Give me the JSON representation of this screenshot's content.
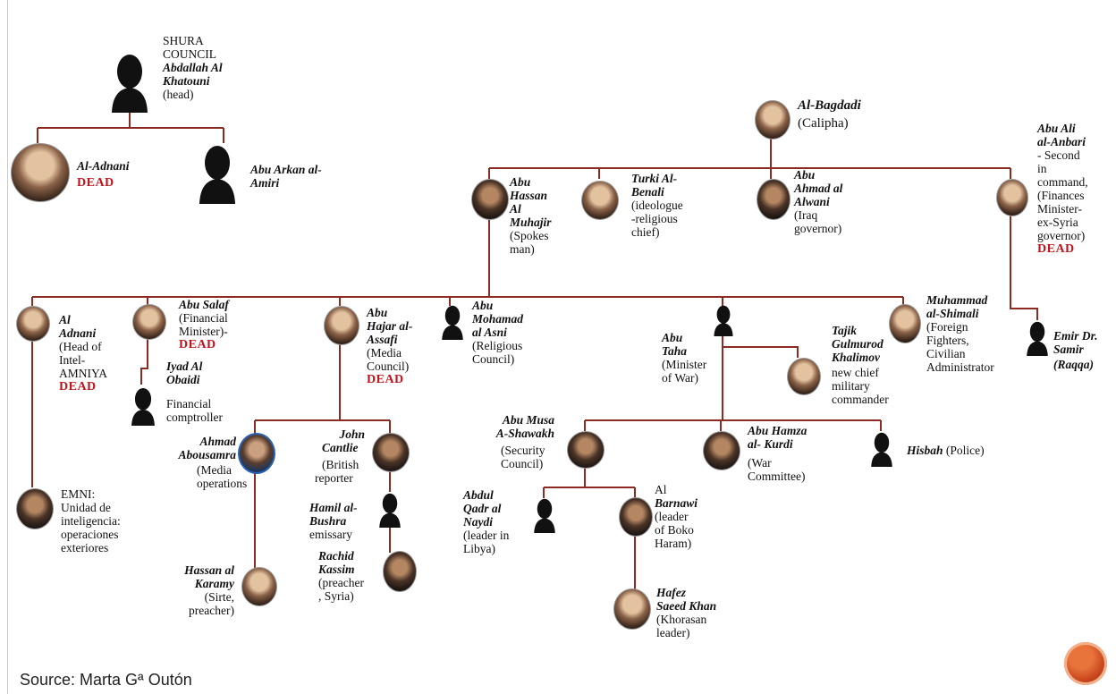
{
  "source": "Source: Marta Gª Outón",
  "dead_label": "DEAD",
  "colors": {
    "connector": "#8b2b22",
    "dead": "#c0141c"
  },
  "shura": {
    "title1": "SHURA",
    "title2": "COUNCIL",
    "name1": "Abdallah Al",
    "name2": "Khatouni",
    "role": "(head)"
  },
  "adnani_top": {
    "name": "Al-Adnani"
  },
  "abu_arkan": {
    "name1": "Abu Arkan al-",
    "name2": "Amiri"
  },
  "bagdadi": {
    "name": "Al-Bagdadi",
    "role": "(Calipha)"
  },
  "anbari": {
    "name1": "Abu Ali",
    "name2": "al-Anbari",
    "r1": "- Second",
    "r2": "in",
    "r3": "command,",
    "r4": "(Finances",
    "r5": "Minister-",
    "r6": "ex-Syria",
    "r7": "governor)"
  },
  "muhajir": {
    "n1": "Abu",
    "n2": "Hassan",
    "n3": "Al",
    "n4": "Muhajir",
    "r1": "(Spokes",
    "r2": "man)"
  },
  "benali": {
    "n1": "Turki Al-",
    "n2": "Benali",
    "r1": "(ideologue",
    "r2": "-religious",
    "r3": "chief)"
  },
  "alwani": {
    "n1": "Abu",
    "n2": "Ahmad al",
    "n3": "Alwani",
    "r1": "(Iraq",
    "r2": "governor)"
  },
  "samir": {
    "n1": "Emir Dr.",
    "n2": "Samir",
    "n3": "(Raqqa)"
  },
  "adnani_intel": {
    "n1": "Al",
    "n2": "Adnani",
    "r1": "(Head of",
    "r2": "Intel-",
    "r3": "AMNIYA"
  },
  "emni": {
    "t1": "EMNI:",
    "t2": "Unidad de",
    "t3": "inteligencia:",
    "t4": "operaciones",
    "t5": "exteriores"
  },
  "salaf": {
    "n1": "Abu Salaf",
    "r1": "(Financial",
    "r2": "Minister)-"
  },
  "obaidi": {
    "n1": "Iyad Al",
    "n2": "Obaidi",
    "r1": "Financial",
    "r2": "comptroller"
  },
  "assafi": {
    "n1": "Abu",
    "n2": "Hajar al-",
    "n3": "Assafi",
    "r1": "(Media",
    "r2": "Council)"
  },
  "abousamra": {
    "n1": "Ahmad",
    "n2": "Abousamra",
    "r1": "(Media",
    "r2": "operations"
  },
  "karamy": {
    "n1": "Hassan al",
    "n2": "Karamy",
    "r1": "(Sirte,",
    "r2": "preacher)"
  },
  "cantlie": {
    "n1": "John",
    "n2": "Cantlie",
    "r1": "(British",
    "r2": "reporter"
  },
  "bushra": {
    "n1": "Hamil al-",
    "n2": "Bushra",
    "r1": "emissary"
  },
  "kassim": {
    "n1": "Rachid",
    "n2": "Kassim",
    "r1": "(preacher",
    "r2": ", Syria)"
  },
  "asni": {
    "n1": "Abu",
    "n2": "Mohamad",
    "n3": "al Asni",
    "r1": "(Religious",
    "r2": "Council)"
  },
  "taha": {
    "n1": "Abu",
    "n2": "Taha",
    "r1": "(Minister",
    "r2": "of War)"
  },
  "khalimov": {
    "n1": "Tajik",
    "n2": "Gulmurod",
    "n3": "Khalimov",
    "r1": "new chief",
    "r2": "military",
    "r3": "commander"
  },
  "shimali": {
    "n1": "Muhammad",
    "n2": "al-Shimali",
    "r1": "(Foreign",
    "r2": "Fighters,",
    "r3": "Civilian",
    "r4": "Administrator"
  },
  "shawakh": {
    "n1": "Abu Musa",
    "n2": "A-Shawakh",
    "r1": "(Security",
    "r2": "Council)"
  },
  "kurdi": {
    "n1": "Abu Hamza",
    "n2": "al- Kurdi",
    "r1": "(War",
    "r2": "Committee)"
  },
  "hisbah": {
    "n1": "Hisbah",
    "r1": "(Police)"
  },
  "naydi": {
    "n1": "Abdul",
    "n2": "Qadr al",
    "n3": "Naydi",
    "r1": "(leader in",
    "r2": "Libya)"
  },
  "barnawi": {
    "n1": "Al",
    "n2": "Barnawi",
    "r1": "(leader",
    "r2": "of Boko",
    "r3": "Haram)"
  },
  "saeed": {
    "n1": "Hafez",
    "n2": "Saeed Khan",
    "r1": "(Khorasan",
    "r2": "leader)"
  }
}
